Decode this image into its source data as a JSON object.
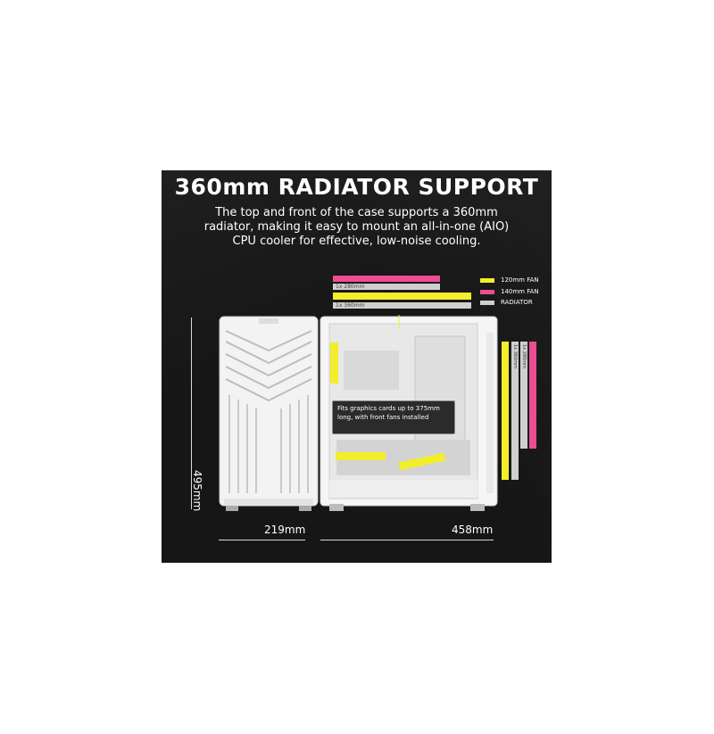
{
  "heading": "360mm RADIATOR SUPPORT",
  "description": "The top and front of the case supports a 360mm radiator, making it easy to mount an all-in-one (AIO) CPU cooler for effective, low-noise cooling.",
  "legend": [
    {
      "label": "120mm FAN",
      "color": "#f2ee2b"
    },
    {
      "label": "140mm FAN",
      "color": "#ec4d94"
    },
    {
      "label": "RADIATOR",
      "color": "#cfcfcf"
    }
  ],
  "top_radiator_labels": {
    "r280": "1x 280mm",
    "r360": "1x 360mm"
  },
  "front_radiator_labels": {
    "r360": "1x 360mm",
    "r280": "1x 280mm"
  },
  "gpu_callout": "Fits graphics cards up to 375mm long, with front fans installed",
  "dimensions": {
    "height": "495mm",
    "width": "219mm",
    "depth": "458mm"
  },
  "icons": {
    "front_case": "case-front-mesh-icon",
    "side_case": "case-side-glass-icon"
  }
}
